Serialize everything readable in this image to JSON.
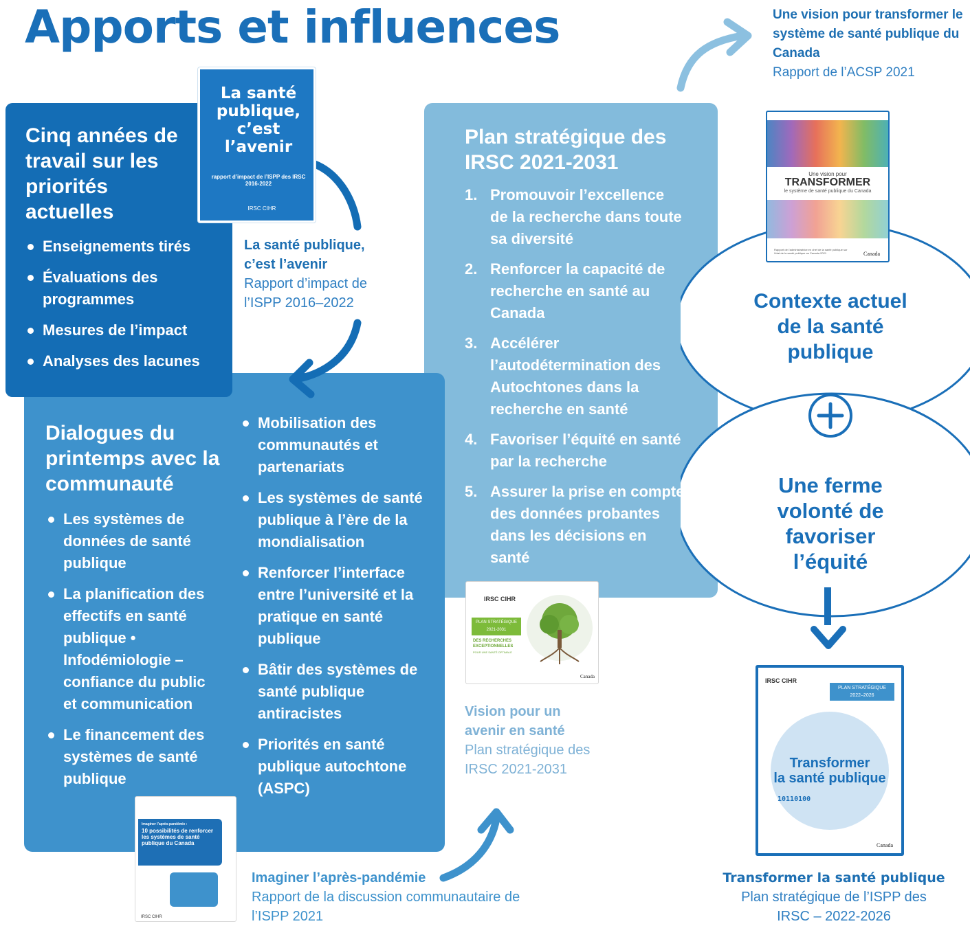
{
  "title": "Apports et influences",
  "panel_dark": {
    "title": "Cinq années de travail sur les priorités actuelles",
    "items": [
      "Enseignements tirés",
      "Évaluations des programmes",
      "Mesures de l’impact",
      "Analyses des lacunes"
    ]
  },
  "panel_mid": {
    "title": "Dialogues du printemps avec la communauté",
    "left_items": [
      "Les systèmes de données de santé publique",
      "La planification des effectifs en santé publique • Infodémiologie – confiance du public et communication",
      "Le financement des systèmes de santé publique"
    ],
    "right_items": [
      "Mobilisation des communautés et partenariats",
      "Les systèmes de santé publique à l’ère de la mondialisation",
      "Renforcer l’interface entre l’université et la pratique en santé publique",
      "Bâtir des systèmes de santé publique antiracistes",
      "Priorités en santé publique autochtone (ASPC)"
    ]
  },
  "panel_light": {
    "title": "Plan stratégique des IRSC 2021-2031",
    "items": [
      {
        "num": "1.",
        "text": "Promouvoir l’excellence de la recherche dans toute sa diversité"
      },
      {
        "num": "2.",
        "text": "Renforcer la capacité de recherche en santé au Canada"
      },
      {
        "num": "3.",
        "text": "Accélérer l’autodétermination des Autochtones dans la recherche en santé"
      },
      {
        "num": "4.",
        "text": "Favoriser l’équité en santé par la recherche"
      },
      {
        "num": "5.",
        "text": "Assurer la prise en compte des données probantes dans les décisions en santé"
      }
    ]
  },
  "pubs": {
    "ispp_report": {
      "title": "La santé publique, c’est l’avenir",
      "subtitle": "Rapport d’impact de l’ISPP 2016–2022",
      "cover_title": "La santé publique, c’est l’avenir",
      "cover_sub": "rapport d’impact de l’ISPP des IRSC 2016-2022",
      "cover_logo": "IRSC CIHR"
    },
    "acsp_report": {
      "title": "Une vision pour transformer le système de santé publique du Canada",
      "subtitle": "Rapport de l’ACSP 2021",
      "cover_small": "Une vision pour",
      "cover_big": "TRANSFORMER",
      "cover_line": "le système de santé publique du Canada",
      "cover_foot": "Rapport de l’administratrice en chef de la santé publique sur l’état de la santé publique au Canada 2021",
      "cover_brand": "Canada"
    },
    "cihr_plan": {
      "title": "Vision pour un avenir en santé",
      "subtitle": "Plan stratégique des IRSC 2021-2031",
      "cover_logo": "IRSC CIHR",
      "cover_band1": "PLAN STRATÉGIQUE",
      "cover_band2": "2021-2031",
      "cover_green": "DES RECHERCHES EXCEPTIONNELLES",
      "cover_green2": "POUR UNE SANTÉ OPTIMALE",
      "cover_brand": "Canada"
    },
    "pandemic_report": {
      "title": "Imaginer l’après-pandémie",
      "subtitle": "Rapport de la discussion communautaire de l’ISPP 2021",
      "cover_kicker": "Imaginer l’après-pandémie :",
      "cover_title": "10 possibilités de renforcer les systèmes de santé publique du Canada",
      "cover_logo": "IRSC CIHR"
    },
    "ispp_plan": {
      "title": "Transformer la santé publique",
      "subtitle": "Plan stratégique de l’ISPP des IRSC – 2022-2026",
      "cover_logo": "IRSC CIHR",
      "cover_band": "PLAN STRATÉGIQUE",
      "cover_years": "2022–2026",
      "cover_t1": "Transformer",
      "cover_t2": "la santé publique",
      "cover_binary": "10110100",
      "cover_brand": "Canada"
    }
  },
  "ovals": {
    "top": "Contexte actuel de la santé publique",
    "plus": "+",
    "bottom": "Une ferme volonté de favoriser l’équité"
  },
  "colors": {
    "dark_blue": "#146db5",
    "mid_blue": "#3e92cc",
    "light_blue": "#83bbdc",
    "title_blue": "#1a6fb8",
    "arrow_light": "#8cc0e0"
  }
}
